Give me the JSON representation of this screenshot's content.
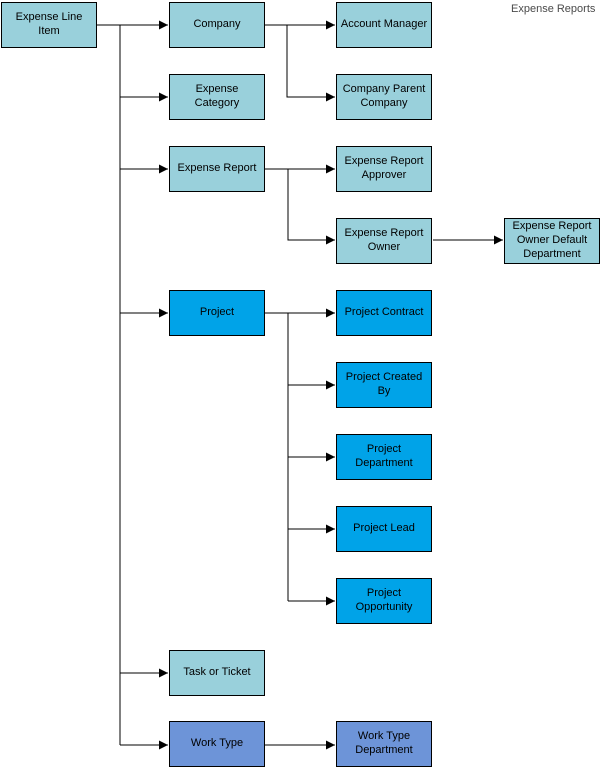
{
  "title": "Expense Reports",
  "colors": {
    "node_teal": "#99D0DB",
    "node_blue": "#00A3E8",
    "node_periwinkle": "#6D94D8",
    "node_border": "#000000",
    "connector": "#000000",
    "title_text": "#4a4a4a",
    "background": "#ffffff"
  },
  "nodes": {
    "expense_line_item": {
      "label": "Expense Line Item"
    },
    "company": {
      "label": "Company"
    },
    "expense_category": {
      "label": "Expense Category"
    },
    "expense_report": {
      "label": "Expense Report"
    },
    "project": {
      "label": "Project"
    },
    "task_or_ticket": {
      "label": "Task or Ticket"
    },
    "work_type": {
      "label": "Work Type"
    },
    "account_manager": {
      "label": "Account Manager"
    },
    "company_parent_company": {
      "label": "Company Parent Company"
    },
    "expense_report_approver": {
      "label": "Expense Report Approver"
    },
    "expense_report_owner": {
      "label": "Expense Report Owner"
    },
    "project_contract": {
      "label": "Project Contract"
    },
    "project_created_by": {
      "label": "Project Created By"
    },
    "project_department": {
      "label": "Project Department"
    },
    "project_lead": {
      "label": "Project Lead"
    },
    "project_opportunity": {
      "label": "Project Opportunity"
    },
    "work_type_department": {
      "label": "Work Type Department"
    },
    "expense_report_owner_default_department": {
      "label": "Expense Report Owner Default Department"
    }
  },
  "edges": [
    {
      "from": "expense_line_item",
      "to": "company"
    },
    {
      "from": "expense_line_item",
      "to": "expense_category"
    },
    {
      "from": "expense_line_item",
      "to": "expense_report"
    },
    {
      "from": "expense_line_item",
      "to": "project"
    },
    {
      "from": "expense_line_item",
      "to": "task_or_ticket"
    },
    {
      "from": "expense_line_item",
      "to": "work_type"
    },
    {
      "from": "company",
      "to": "account_manager"
    },
    {
      "from": "company",
      "to": "company_parent_company"
    },
    {
      "from": "expense_report",
      "to": "expense_report_approver"
    },
    {
      "from": "expense_report",
      "to": "expense_report_owner"
    },
    {
      "from": "expense_report_owner",
      "to": "expense_report_owner_default_department"
    },
    {
      "from": "project",
      "to": "project_contract"
    },
    {
      "from": "project",
      "to": "project_created_by"
    },
    {
      "from": "project",
      "to": "project_department"
    },
    {
      "from": "project",
      "to": "project_lead"
    },
    {
      "from": "project",
      "to": "project_opportunity"
    },
    {
      "from": "work_type",
      "to": "work_type_department"
    }
  ]
}
